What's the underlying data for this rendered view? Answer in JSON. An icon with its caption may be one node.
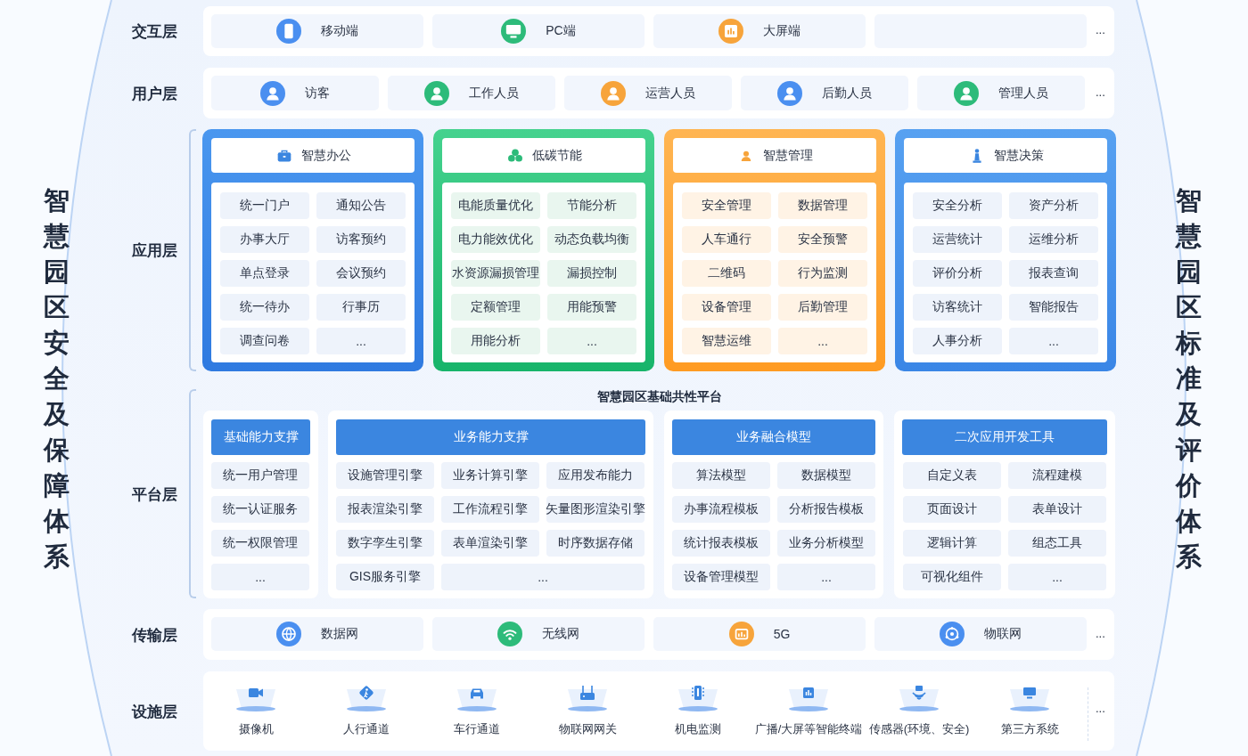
{
  "diagram": {
    "nodes": [
      {
        "text": [
          "智慧园区安全及保障体系"
        ]
      },
      {
        "text": [
          "交互层"
        ]
      },
      {
        "text": [
          "移动端"
        ],
        "in": 1
      },
      {
        "text": [
          "PC端"
        ],
        "in": 1
      },
      {
        "text": [
          "大屏端"
        ],
        "in": 1
      },
      {
        "text": [],
        "shape": "box",
        "in": 1
      },
      {
        "text": [
          "用户层"
        ]
      },
      {
        "text": [
          "访客"
        ],
        "in": 6
      },
      {
        "text": [
          "工作人员"
        ],
        "in": 6
      },
      {
        "text": [
          "运营人员"
        ],
        "in": 6
      },
      {
        "text": [
          "后勤人员"
        ],
        "in": 6
      },
      {
        "text": [
          "管理人员"
        ],
        "in": 6
      },
      {
        "text": [
          "应用层"
        ]
      },
      {
        "text": [
          "智慧办公"
        ],
        "in": 12
      },
      {
        "text": [
          "统一门户"
        ],
        "in": 13
      },
      {
        "text": [
          "通知公告"
        ],
        "in": 13
      },
      {
        "text": [
          "办事大厅"
        ],
        "in": 13
      },
      {
        "text": [
          "访客预约"
        ],
        "in": 13
      },
      {
        "text": [
          "单点登录"
        ],
        "in": 13
      },
      {
        "text": [
          "会议预约"
        ],
        "in": 13
      },
      {
        "text": [
          "统一待办"
        ],
        "in": 13
      },
      {
        "text": [
          "行事历"
        ],
        "in": 13
      },
      {
        "text": [
          "调查问卷"
        ],
        "in": 13
      },
      {
        "text": [
          "..."
        ],
        "in": 13
      },
      {
        "text": [
          "低碳节能"
        ],
        "in": 12
      },
      {
        "text": [
          "电能质量优化"
        ],
        "in": 24
      },
      {
        "text": [
          "节能分析"
        ],
        "in": 24
      },
      {
        "text": [
          "电力能效优化"
        ],
        "in": 24
      },
      {
        "text": [
          "动态负载均衡"
        ],
        "in": 24
      },
      {
        "text": [
          "水资源漏损管理"
        ],
        "in": 24
      },
      {
        "text": [
          "漏损控制"
        ],
        "in": 24
      },
      {
        "text": [
          "定额管理"
        ],
        "in": 24
      },
      {
        "text": [
          "用能预警"
        ],
        "in": 24
      },
      {
        "text": [
          "用能分析"
        ],
        "in": 24
      },
      {
        "text": [
          "..."
        ],
        "in": 24
      },
      {
        "text": [
          "智慧管理"
        ],
        "in": 12
      },
      {
        "text": [
          "安全管理"
        ],
        "in": 35
      },
      {
        "text": [
          "数据管理"
        ],
        "in": 35
      },
      {
        "text": [
          "人车通行"
        ],
        "in": 35
      },
      {
        "text": [
          "安全预警"
        ],
        "in": 35
      },
      {
        "text": [
          "二维码"
        ],
        "in": 35
      },
      {
        "text": [
          "行为监测"
        ],
        "in": 35
      },
      {
        "text": [
          "设备管理"
        ],
        "in": 35
      },
      {
        "text": [
          "后勤管理"
        ],
        "in": 35
      },
      {
        "text": [
          "智慧运维"
        ],
        "in": 35
      },
      {
        "text": [
          "..."
        ],
        "in": 35
      },
      {
        "text": [
          "智慧决策"
        ],
        "in": 12
      },
      {
        "text": [
          "安全分析"
        ],
        "in": 46
      },
      {
        "text": [
          "资产分析"
        ],
        "in": 46
      },
      {
        "text": [
          "运营统计"
        ],
        "in": 46
      },
      {
        "text": [
          "运维分析"
        ],
        "in": 46
      },
      {
        "text": [
          "评价分析"
        ],
        "in": 46
      },
      {
        "text": [
          "报表查询"
        ],
        "in": 46
      },
      {
        "text": [
          "访客统计"
        ],
        "in": 46
      },
      {
        "text": [
          "智能报告"
        ],
        "in": 46
      },
      {
        "text": [
          "人事分析"
        ],
        "in": 46
      },
      {
        "text": [
          "..."
        ],
        "in": 46
      },
      {
        "text": [
          "平台层",
          "智慧园区基础共性平台"
        ]
      },
      {
        "text": [
          "基础能力支撑"
        ],
        "in": 57
      },
      {
        "text": [
          "统一用户管理"
        ],
        "in": 58
      },
      {
        "text": [
          "统一认证服务"
        ],
        "in": 58
      },
      {
        "text": [
          "统一权限管理"
        ],
        "in": 58
      },
      {
        "text": [
          "..."
        ],
        "in": 58
      },
      {
        "text": [
          "业务能力支撑"
        ],
        "in": 57
      },
      {
        "text": [
          "设施管理引擎"
        ],
        "in": 63
      },
      {
        "text": [
          "业务计算引擎"
        ],
        "in": 63
      },
      {
        "text": [
          "应用发布能力"
        ],
        "in": 63
      },
      {
        "text": [
          "报表渲染引擎"
        ],
        "in": 63
      },
      {
        "text": [
          "工作流程引擎"
        ],
        "in": 63
      },
      {
        "text": [
          "矢量图形渲染引擎"
        ],
        "in": 63
      },
      {
        "text": [
          "数字孪生引擎"
        ],
        "in": 63
      },
      {
        "text": [
          "表单渲染引擎"
        ],
        "in": 63
      },
      {
        "text": [
          "时序数据存储"
        ],
        "in": 63
      },
      {
        "text": [
          "GIS服务引擎"
        ],
        "in": 63
      },
      {
        "text": [
          "..."
        ],
        "in": 63
      },
      {
        "text": [
          "业务融合模型"
        ],
        "in": 57
      },
      {
        "text": [
          "算法模型"
        ],
        "in": 75
      },
      {
        "text": [
          "数据模型"
        ],
        "in": 75
      },
      {
        "text": [
          "办事流程模板"
        ],
        "in": 75
      },
      {
        "text": [
          "分析报告模板"
        ],
        "in": 75
      },
      {
        "text": [
          "统计报表模板"
        ],
        "in": 75
      },
      {
        "text": [
          "业务分析模型"
        ],
        "in": 75
      },
      {
        "text": [
          "设备管理模型"
        ],
        "in": 75
      },
      {
        "text": [
          "..."
        ],
        "in": 75
      },
      {
        "text": [
          "二次应用开发工具"
        ],
        "in": 57
      },
      {
        "text": [
          "自定义表"
        ],
        "in": 84
      },
      {
        "text": [
          "流程建模"
        ],
        "in": 84
      },
      {
        "text": [
          "页面设计"
        ],
        "in": 84
      },
      {
        "text": [
          "表单设计"
        ],
        "in": 84
      },
      {
        "text": [
          "逻辑计算"
        ],
        "in": 84
      },
      {
        "text": [
          "组态工具"
        ],
        "in": 84
      },
      {
        "text": [
          "可视化组件"
        ],
        "in": 84
      },
      {
        "text": [
          "..."
        ],
        "in": 84
      },
      {
        "text": [
          "传输层"
        ]
      },
      {
        "text": [
          "数据网"
        ],
        "in": 93
      },
      {
        "text": [
          "无线网"
        ],
        "in": 93
      },
      {
        "text": [
          "5G"
        ],
        "in": 93
      },
      {
        "text": [
          "物联网"
        ],
        "in": 93
      },
      {
        "text": [
          "设施层"
        ]
      },
      {
        "text": [
          "摄像机"
        ],
        "in": 98
      },
      {
        "text": [
          "人行通道"
        ],
        "in": 98
      },
      {
        "text": [
          "车行通道"
        ],
        "in": 98
      },
      {
        "text": [
          "物联网网关"
        ],
        "in": 98
      },
      {
        "text": [
          "机电监测"
        ],
        "in": 98
      },
      {
        "text": [
          "广播/大屏等智能终端"
        ],
        "in": 98
      },
      {
        "text": [
          "传感器(环境、安全)"
        ],
        "in": 98
      },
      {
        "text": [
          "第三方系统"
        ],
        "in": 98
      },
      {
        "text": [
          "智慧园区标准及评价体系"
        ]
      }
    ],
    "labels": [
      "...",
      "...",
      "...",
      "..."
    ]
  }
}
